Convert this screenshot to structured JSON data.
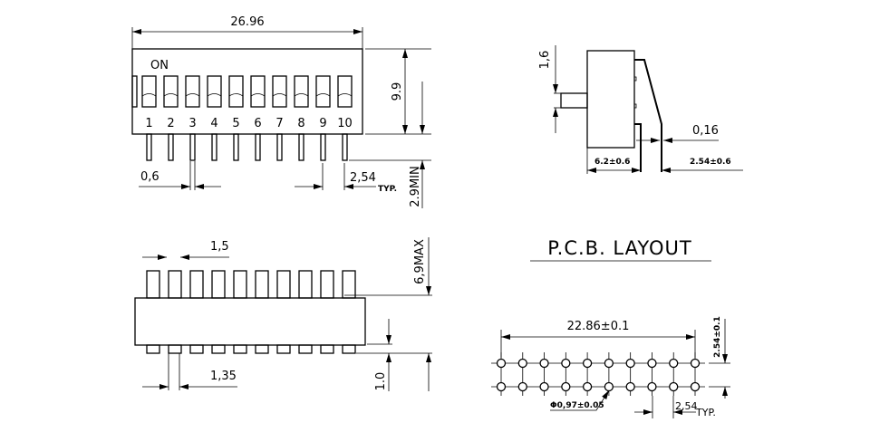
{
  "top_view": {
    "on_label": "ON",
    "switch_numbers": [
      "1",
      "2",
      "3",
      "4",
      "5",
      "6",
      "7",
      "8",
      "9",
      "10"
    ],
    "dim_width": "26.96",
    "dim_height": "9.9",
    "dim_pin_length": "2.9MIN",
    "dim_pin_width": "0,6",
    "dim_pitch": "2,54",
    "dim_pitch_note": "TYP."
  },
  "side_view": {
    "dim_lever": "1,6",
    "dim_lead_thickness": "0,16",
    "dim_row_offset": "6.2±0.6",
    "dim_lead_offset": "2.54±0.6"
  },
  "front_view": {
    "dim_actuator": "1,5",
    "dim_pin": "1,35",
    "dim_height": "6,9MAX",
    "dim_standoff": "1.0"
  },
  "pcb_layout": {
    "title": "P.C.B. LAYOUT",
    "dim_span": "22.86±0.1",
    "dim_row_pitch": "2.54±0.1",
    "dim_hole": "Φ0,97±0.05",
    "dim_pitch": "2,54",
    "dim_pitch_note": "TYP.",
    "columns": 10,
    "rows": 2
  }
}
